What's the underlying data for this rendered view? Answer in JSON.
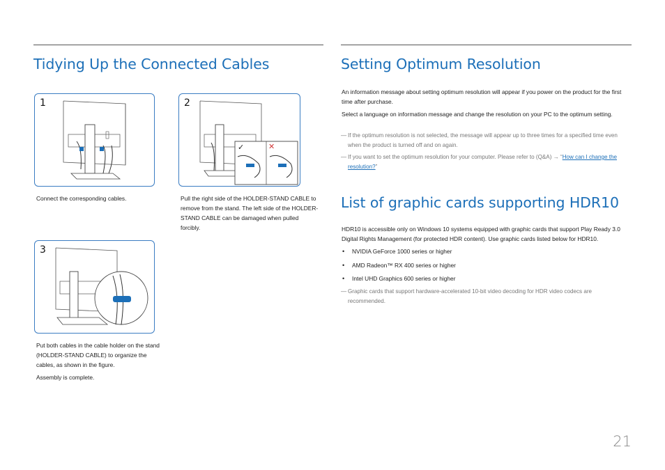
{
  "left": {
    "title": "Tidying Up the Connected Cables",
    "figures": [
      {
        "number": "1",
        "caption": "Connect the corresponding cables."
      },
      {
        "number": "2",
        "caption": "Pull the right side of the HOLDER-STAND CABLE to remove from the stand. The left side of the HOLDER-STAND CABLE can be damaged when pulled forcibly."
      },
      {
        "number": "3",
        "caption": "Put both cables in the cable holder on the stand (HOLDER-STAND CABLE) to organize the cables, as shown in the figure."
      }
    ],
    "assembly_note": "Assembly is complete."
  },
  "right": {
    "resolution": {
      "title": "Setting Optimum Resolution",
      "para1": "An information message about setting optimum resolution will appear if you power on the product for the first time after purchase.",
      "para2": "Select a language on information message and change the resolution on your PC to the optimum setting.",
      "note1": "If the optimum resolution is not selected, the message will appear up to three times for a specified time even when the product is turned off and on again.",
      "note2_prefix": "If you want to set the optimum resolution for your computer. Please refer to (Q&A) → “",
      "note2_link": "How can I change the resolution?",
      "note2_suffix": "”"
    },
    "hdr": {
      "title": "List of graphic cards supporting HDR10",
      "intro": "HDR10 is accessible only on Windows 10 systems equipped with graphic cards that support Play Ready 3.0 Digital Rights Management (for protected HDR content). Use graphic cards listed below for HDR10.",
      "items": [
        "NVIDIA GeForce 1000 series or higher",
        "AMD Radeon™ RX 400 series or higher",
        "Intel UHD Graphics 600 series or higher"
      ],
      "note": "Graphic cards that support hardware-accelerated 10-bit video decoding for HDR video codecs are recommended."
    }
  },
  "page_number": "21",
  "colors": {
    "accent": "#1c6fb8",
    "note_gray": "#777777"
  },
  "icons": {
    "correct": "check-mark-icon",
    "wrong": "cross-mark-icon"
  }
}
